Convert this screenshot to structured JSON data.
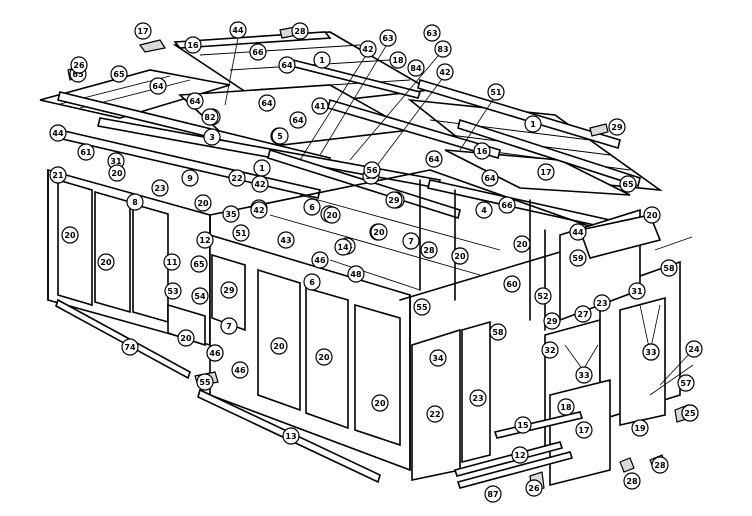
{
  "diagram": {
    "balloon_labels": [
      "17",
      "28",
      "16",
      "66",
      "64",
      "1",
      "65",
      "44",
      "26",
      "65",
      "64",
      "62",
      "63",
      "18",
      "42",
      "64",
      "5",
      "64",
      "83",
      "82",
      "42",
      "64",
      "41",
      "3",
      "84",
      "51",
      "1",
      "29",
      "44",
      "61",
      "1",
      "16",
      "64",
      "31",
      "20",
      "23",
      "9",
      "22",
      "42",
      "64",
      "5",
      "56",
      "29",
      "17",
      "65",
      "8",
      "29",
      "20",
      "42",
      "5",
      "4",
      "66",
      "21",
      "20",
      "35",
      "6",
      "20",
      "42",
      "28",
      "20",
      "12",
      "51",
      "14",
      "20",
      "7",
      "20",
      "44",
      "59",
      "34",
      "63",
      "20",
      "11",
      "65",
      "43",
      "46",
      "14",
      "20",
      "48",
      "20",
      "56",
      "53",
      "54",
      "6",
      "29",
      "55",
      "60",
      "52",
      "31",
      "58",
      "20",
      "7",
      "20",
      "29",
      "58",
      "27",
      "23",
      "32",
      "33",
      "33",
      "24",
      "57",
      "20",
      "46",
      "46",
      "33",
      "74",
      "55",
      "20",
      "20",
      "20",
      "22",
      "23",
      "18",
      "17",
      "19",
      "25",
      "15",
      "13",
      "12",
      "25",
      "28",
      "87",
      "26",
      "28"
    ]
  }
}
